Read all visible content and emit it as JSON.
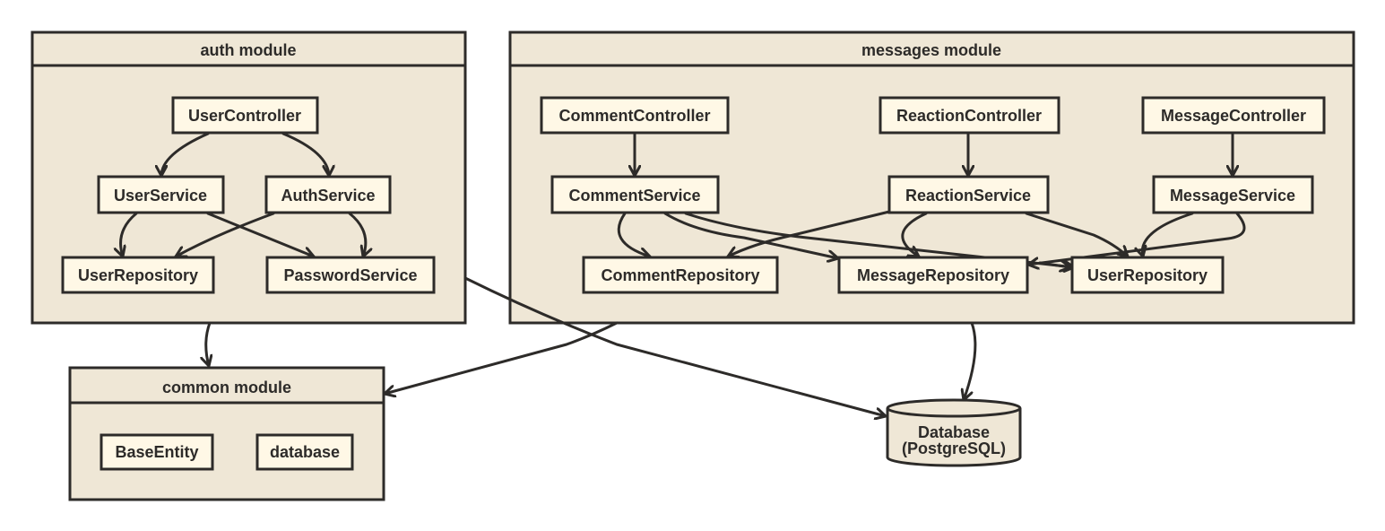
{
  "modules": {
    "auth": {
      "title": "auth module",
      "nodes": {
        "user_controller": "UserController",
        "user_service": "UserService",
        "auth_service": "AuthService",
        "user_repository": "UserRepository",
        "password_service": "PasswordService"
      }
    },
    "messages": {
      "title": "messages module",
      "nodes": {
        "comment_controller": "CommentController",
        "reaction_controller": "ReactionController",
        "message_controller": "MessageController",
        "comment_service": "CommentService",
        "reaction_service": "ReactionService",
        "message_service": "MessageService",
        "comment_repository": "CommentRepository",
        "message_repository": "MessageRepository",
        "user_repository": "UserRepository"
      }
    },
    "common": {
      "title": "common module",
      "nodes": {
        "base_entity": "BaseEntity",
        "database": "database"
      }
    }
  },
  "database": {
    "line1": "Database",
    "line2": "(PostgreSQL)"
  },
  "colors": {
    "module_fill": "#efe7d6",
    "node_fill": "#fff8e6",
    "stroke": "#2d2b29",
    "background": "#ffffff"
  }
}
